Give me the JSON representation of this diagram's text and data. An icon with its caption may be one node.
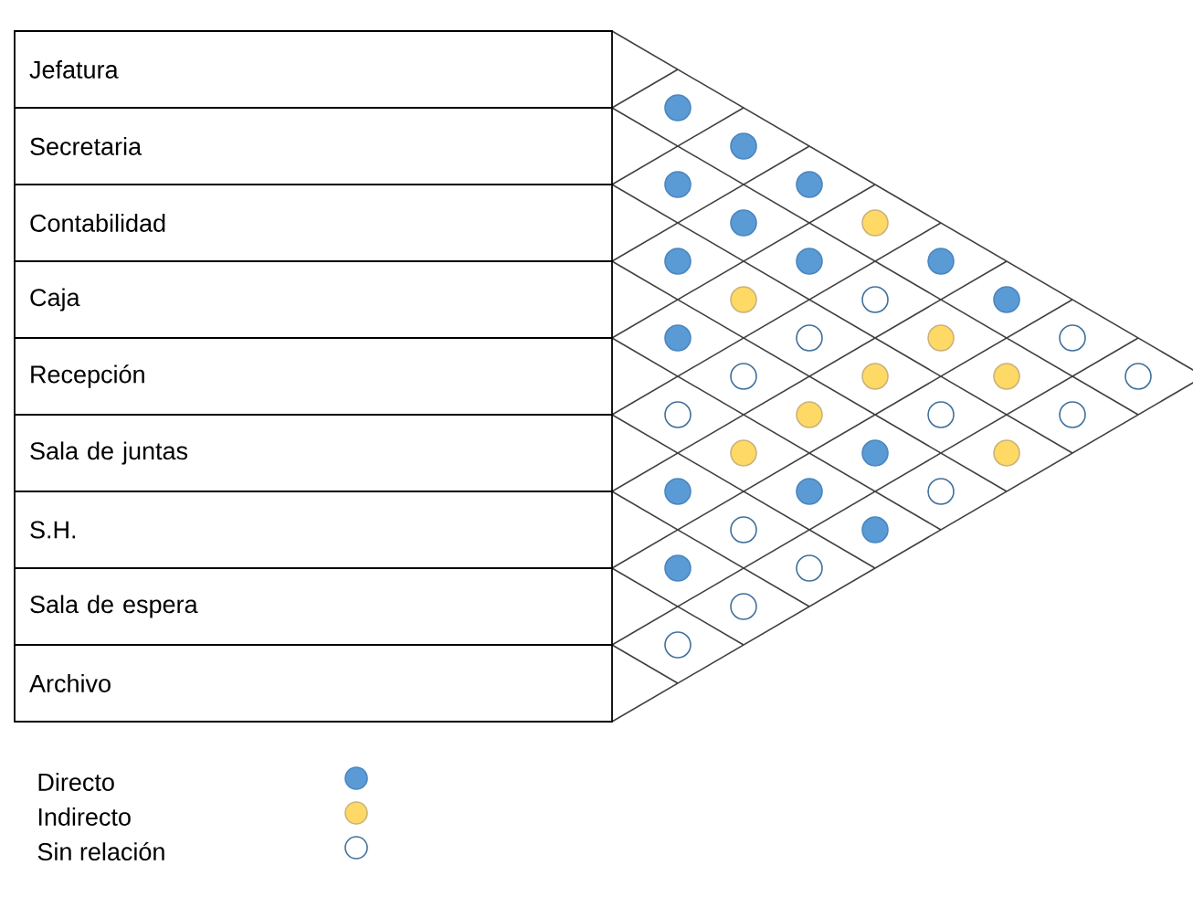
{
  "diagram": {
    "nodes": [
      {
        "text": [
          "Jefatura"
        ]
      },
      {
        "text": [
          "Secretaria"
        ]
      },
      {
        "text": [
          "Contabilidad"
        ]
      },
      {
        "text": [
          "Caja"
        ]
      },
      {
        "text": [
          "Recepción"
        ]
      },
      {
        "text": [
          "Sala de juntas"
        ]
      },
      {
        "text": [
          "S.H."
        ]
      },
      {
        "text": [
          "Sala de espera"
        ]
      },
      {
        "text": [
          "Archivo"
        ]
      },
      {
        "text": [],
        "shape": "circle"
      },
      {
        "text": [],
        "shape": "circle"
      },
      {
        "text": [],
        "shape": "circle"
      },
      {
        "text": [],
        "shape": "circle"
      },
      {
        "text": [],
        "shape": "circle"
      },
      {
        "text": [],
        "shape": "circle"
      },
      {
        "text": [],
        "shape": "circle"
      },
      {
        "text": [],
        "shape": "circle"
      },
      {
        "text": [],
        "shape": "circle"
      },
      {
        "text": [],
        "shape": "circle"
      },
      {
        "text": [],
        "shape": "circle"
      },
      {
        "text": [],
        "shape": "circle"
      },
      {
        "text": [],
        "shape": "circle"
      },
      {
        "text": [],
        "shape": "circle"
      },
      {
        "text": [],
        "shape": "circle"
      },
      {
        "text": [],
        "shape": "circle"
      },
      {
        "text": [],
        "shape": "circle"
      },
      {
        "text": [],
        "shape": "circle"
      },
      {
        "text": [],
        "shape": "circle"
      },
      {
        "text": [],
        "shape": "circle"
      },
      {
        "text": [],
        "shape": "circle"
      },
      {
        "text": [],
        "shape": "circle"
      },
      {
        "text": [],
        "shape": "circle"
      },
      {
        "text": [],
        "shape": "circle"
      },
      {
        "text": [],
        "shape": "circle"
      },
      {
        "text": [],
        "shape": "circle"
      },
      {
        "text": [],
        "shape": "circle"
      },
      {
        "text": [],
        "shape": "circle"
      },
      {
        "text": [],
        "shape": "circle"
      },
      {
        "text": [],
        "shape": "circle"
      },
      {
        "text": [],
        "shape": "circle"
      },
      {
        "text": [],
        "shape": "circle"
      },
      {
        "text": [],
        "shape": "circle"
      },
      {
        "text": [],
        "shape": "circle"
      },
      {
        "text": [],
        "shape": "circle"
      },
      {
        "text": [],
        "shape": "circle"
      }
    ],
    "legend": [
      {
        "text": "Directo",
        "color": "#5b9bd5"
      },
      {
        "text": "Indirecto",
        "color": "#ffd966"
      },
      {
        "text": "Sin relación"
      }
    ]
  }
}
